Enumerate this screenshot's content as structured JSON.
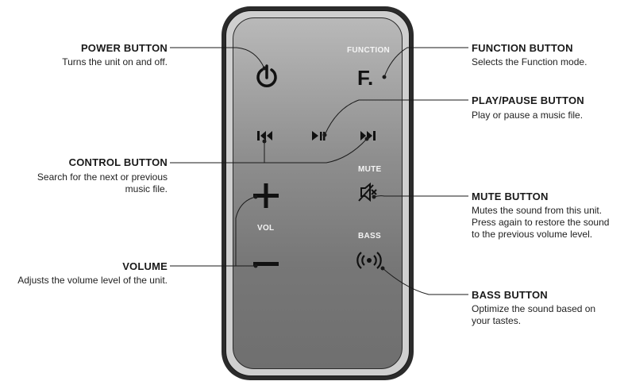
{
  "remote": {
    "function_label": "FUNCTION",
    "mute_label": "MUTE",
    "vol_label": "VOL",
    "bass_label": "BASS",
    "icons": [
      "power-icon",
      "function-f-icon",
      "previous-track-icon",
      "play-pause-icon",
      "next-track-icon",
      "volume-up-icon",
      "mute-icon",
      "volume-down-icon",
      "bass-icon"
    ]
  },
  "callouts": {
    "power": {
      "title": "POWER BUTTON",
      "desc": [
        "Turns the unit on and off."
      ]
    },
    "function": {
      "title": "FUNCTION BUTTON",
      "desc": [
        "Selects the Function mode."
      ]
    },
    "play_pause": {
      "title": "PLAY/PAUSE BUTTON",
      "desc": [
        "Play or pause a music file."
      ]
    },
    "control": {
      "title": "CONTROL BUTTON",
      "desc": [
        "Search for the next or previous",
        "music file."
      ]
    },
    "mute": {
      "title": "MUTE BUTTON",
      "desc": [
        "Mutes the sound from this unit.",
        "Press again to restore the sound",
        "to the previous volume level."
      ]
    },
    "volume": {
      "title": "VOLUME",
      "desc": [
        "Adjusts the volume level of the unit."
      ]
    },
    "bass": {
      "title": "BASS BUTTON",
      "desc": [
        "Optimize the sound based on",
        "your tastes."
      ]
    }
  },
  "colors": {
    "remote_face": "#8e8e8e",
    "remote_frame": "#2b2b2b",
    "text": "#1a1a1a",
    "remote_label": "#f4f4f4"
  }
}
